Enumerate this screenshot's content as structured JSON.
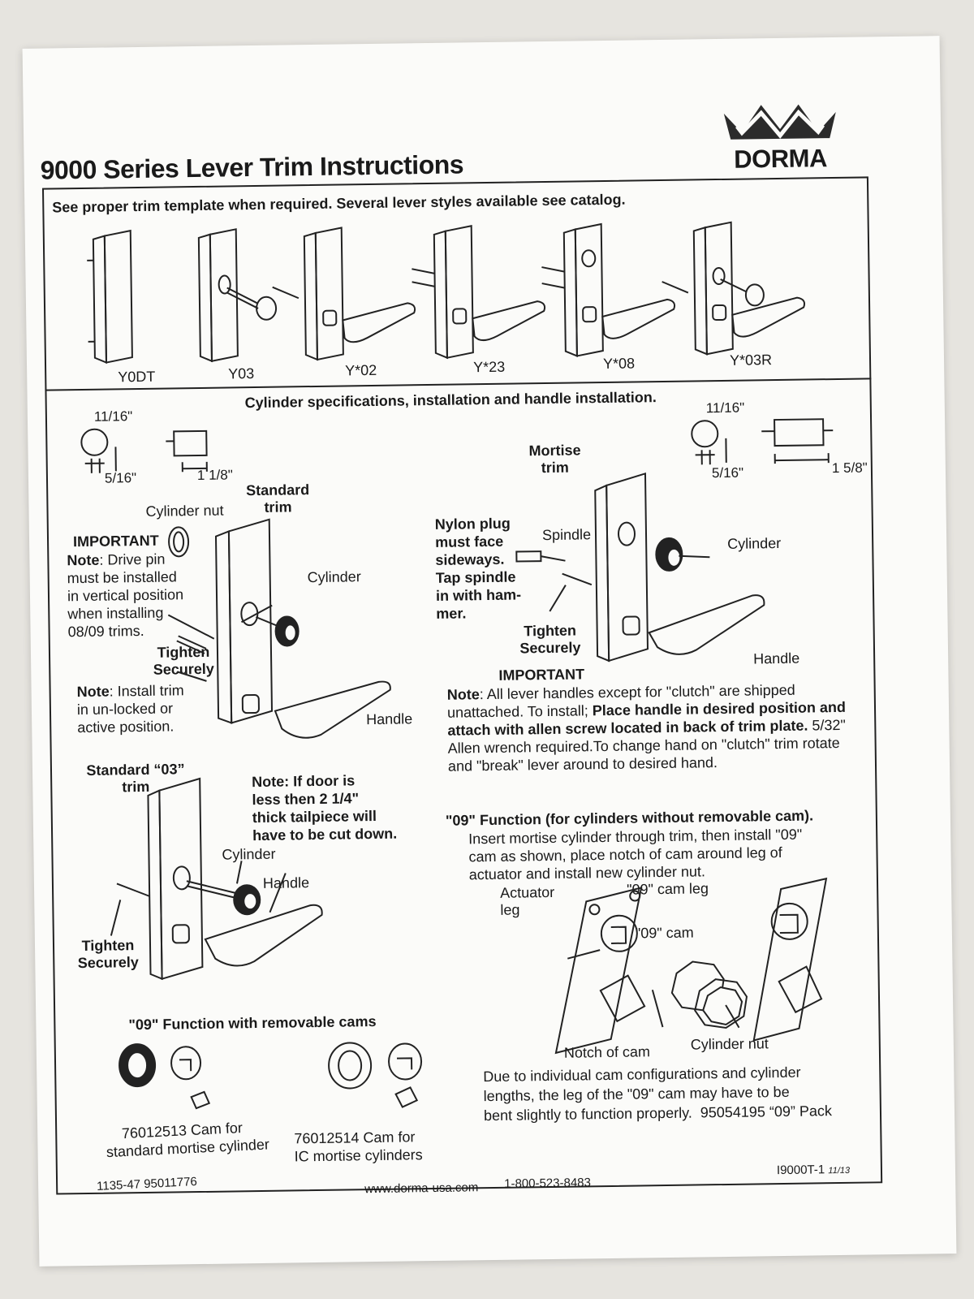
{
  "title": "9000 Series Lever Trim Instructions",
  "brand": "DORMA",
  "template_note": "See proper trim template when required. Several lever styles available see catalog.",
  "trims": [
    {
      "label": "Y0DT"
    },
    {
      "label": "Y03"
    },
    {
      "label": "Y*02"
    },
    {
      "label": "Y*23"
    },
    {
      "label": "Y*08"
    },
    {
      "label": "Y*03R"
    }
  ],
  "section_heading": "Cylinder specifications, installation and handle installation.",
  "standard_trim": {
    "dims": {
      "width": "11/16\"",
      "offset": "5/16\"",
      "length": "1 1/8\""
    },
    "title_line1": "Standard",
    "title_line2": "trim",
    "cylinder_nut": "Cylinder nut",
    "cylinder": "Cylinder",
    "tighten_line1": "Tighten",
    "tighten_line2": "Securely",
    "handle": "Handle",
    "important": "IMPORTANT",
    "note_label": "Note",
    "note_lines": [
      ": Drive pin",
      "must be installed",
      "in vertical position",
      "when installing",
      "08/09 trims."
    ],
    "install_label": "Note",
    "install_lines": [
      ": Install trim",
      "in un-locked or",
      "active position."
    ]
  },
  "mortise_trim": {
    "dims": {
      "width": "11/16\"",
      "offset": "5/16\"",
      "length": "1 5/8\""
    },
    "title_line1": "Mortise",
    "title_line2": "trim",
    "nylon_lines": [
      "Nylon plug",
      "must face",
      "sideways.",
      "Tap spindle",
      "in with ham-",
      "mer."
    ],
    "spindle": "Spindle",
    "cylinder": "Cylinder",
    "tighten_line1": "Tighten",
    "tighten_line2": "Securely",
    "handle": "Handle",
    "important": "IMPORTANT",
    "note_label": "Note",
    "note_line1": ": All lever handles except for \"clutch\" are shipped",
    "note_line2a": "unattached. To install; ",
    "note_line2b": "Place handle in desired position and",
    "note_line3a": "attach with allen screw located in back of trim plate.",
    "note_line3b": " 5/32\"",
    "note_line4": "Allen wrench required.To change hand on \"clutch\" trim rotate",
    "note_line5": "and \"break\" lever around to desired hand."
  },
  "standard_03": {
    "title_line1": "Standard “03”",
    "title_line2": "trim",
    "door_note": [
      "Note: If door is",
      "less then 2 1/4\"",
      "thick tailpiece will",
      "have to be cut down."
    ],
    "cylinder": "Cylinder",
    "handle": "Handle",
    "tighten_line1": "Tighten",
    "tighten_line2": "Securely"
  },
  "function_09_fixed": {
    "heading": "\"09\" Function (for cylinders without removable cam).",
    "lines": [
      "Insert mortise cylinder through trim, then install \"09\"",
      "cam as shown, place notch of cam around leg of",
      "actuator and install new cylinder nut."
    ],
    "actuator_line1": "Actuator",
    "actuator_line2": "leg",
    "cam_leg": "\"09\" cam leg",
    "cam": "\"09\" cam",
    "notch": "Notch of cam",
    "cylinder_nut": "Cylinder nut",
    "due_lines": [
      "Due to individual cam configurations and cylinder",
      "lengths, the leg of the \"09\" cam may have to be",
      "bent slightly to function properly."
    ],
    "pack": "95054195  “09” Pack"
  },
  "function_09_removable": {
    "heading": "\"09\" Function with removable cams",
    "cam1_line1": "76012513 Cam for",
    "cam1_line2": "standard mortise cylinder",
    "cam2_line1": "76012514 Cam for",
    "cam2_line2": "IC mortise cylinders"
  },
  "footer": {
    "part": "1135-47  95011776",
    "website": "www.dorma-usa.com",
    "phone": "1-800-523-8483",
    "doc_number": "I9000T-1",
    "doc_suffix": "11/13"
  }
}
